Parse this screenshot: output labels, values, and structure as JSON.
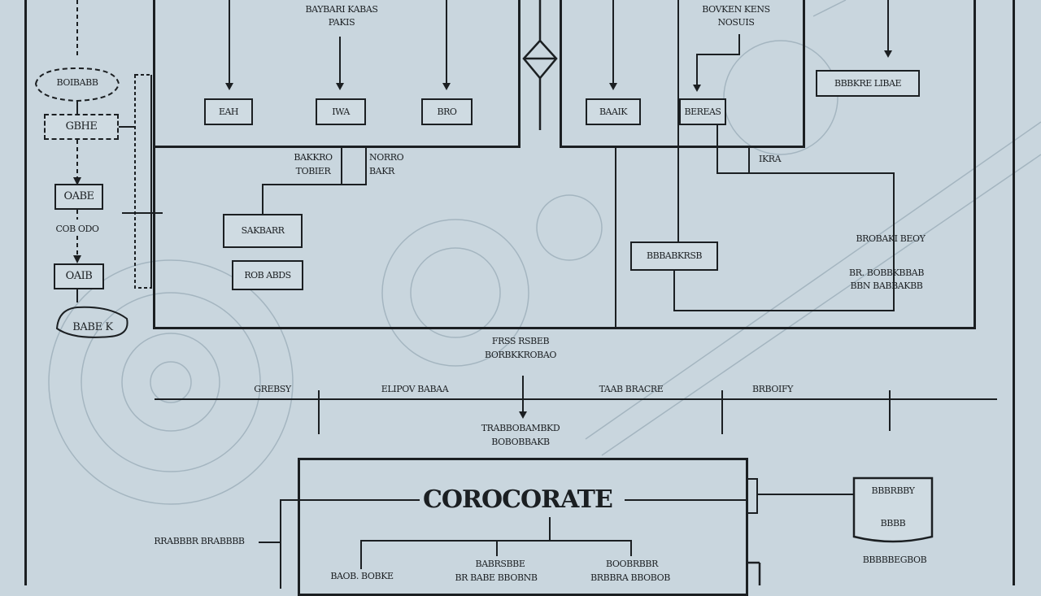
{
  "top": {
    "header_left": [
      "BAYBARI KABAS",
      "PAKIS"
    ],
    "header_right": [
      "BOVKEN KENS",
      "NOSUIS"
    ],
    "boxes": [
      "EAH",
      "IWA",
      "BRO",
      "BAAIK",
      "BEREAS",
      "BBBKRE LIBAE"
    ],
    "mid_left_label": [
      "BAKKRO",
      "TOBIER"
    ],
    "mid_left_label2": [
      "NORRO",
      "BAKR"
    ],
    "box_sarable": "SAKBARR",
    "box_rodabs": "ROB ABDS",
    "label_ikra": "IKRA",
    "box_bbab": "BBBABKRSB",
    "label_right1": "BROBAKI BEOY",
    "label_right2": [
      "BR. BOBBKBBAB",
      "BBN BABBAKBB"
    ]
  },
  "side": {
    "cloud_top": "BOIBABB",
    "dashed_box": "GBHE",
    "box_oabb": "OABE",
    "label_cor": "COB ODO",
    "box_olao": "OAIB",
    "cloud_bottom": "BABE K"
  },
  "center": {
    "label": [
      "FRSS RSBEB",
      "BORBKKROBAO"
    ]
  },
  "timeline": {
    "labels": [
      "GREBSY",
      "ELIPOV BABAA",
      "TAAB BRACRE",
      "BRBOIFY"
    ],
    "center_label": [
      "TRABBOBAMBKD",
      "BOBOBBAKB"
    ]
  },
  "corporate": {
    "title": "COROCORATE",
    "left_label": "RRABBBR BRABBBB",
    "sub_labels": [
      "BAOB. BOBKE",
      "BABRSBBE",
      "BR BABE BBOBNB",
      "BOOBRBBR",
      "BRBBRA BBOBOB"
    ],
    "right_box_top": "BBBRBBY",
    "right_box_bottom": "BBBB",
    "right_label": "BBBBBEGBOB"
  }
}
